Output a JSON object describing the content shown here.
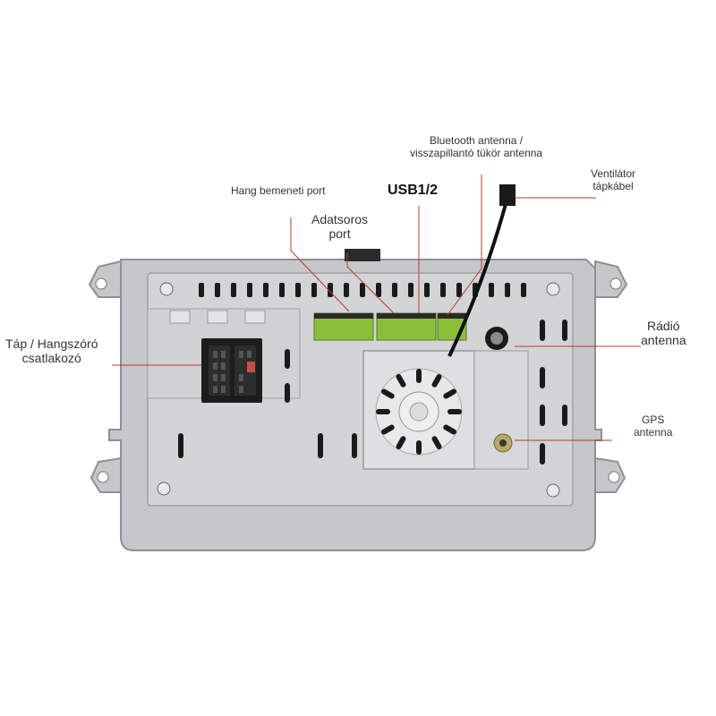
{
  "labels": {
    "audio_input": "Hang bemeneti port",
    "serial_port_line1": "Adatsoros",
    "serial_port_line2": "port",
    "usb": "USB1/2",
    "bluetooth_line1": "Bluetooth antenna /",
    "bluetooth_line2": "visszapillantó tükör antenna",
    "fan_line1": "Ventilátor",
    "fan_line2": "tápkábel",
    "power_line1": "Táp / Hangszóró",
    "power_line2": "csatlakozó",
    "radio_line1": "Rádió",
    "radio_line2": "antenna",
    "gps_line1": "GPS",
    "gps_line2": "antenna"
  },
  "colors": {
    "leader_line": "#c0392b",
    "chassis": "#bdbfc2",
    "chassis_dark": "#9a9ca0",
    "connector_green": "#8bbf3a",
    "connector_black": "#1c1c1c"
  }
}
